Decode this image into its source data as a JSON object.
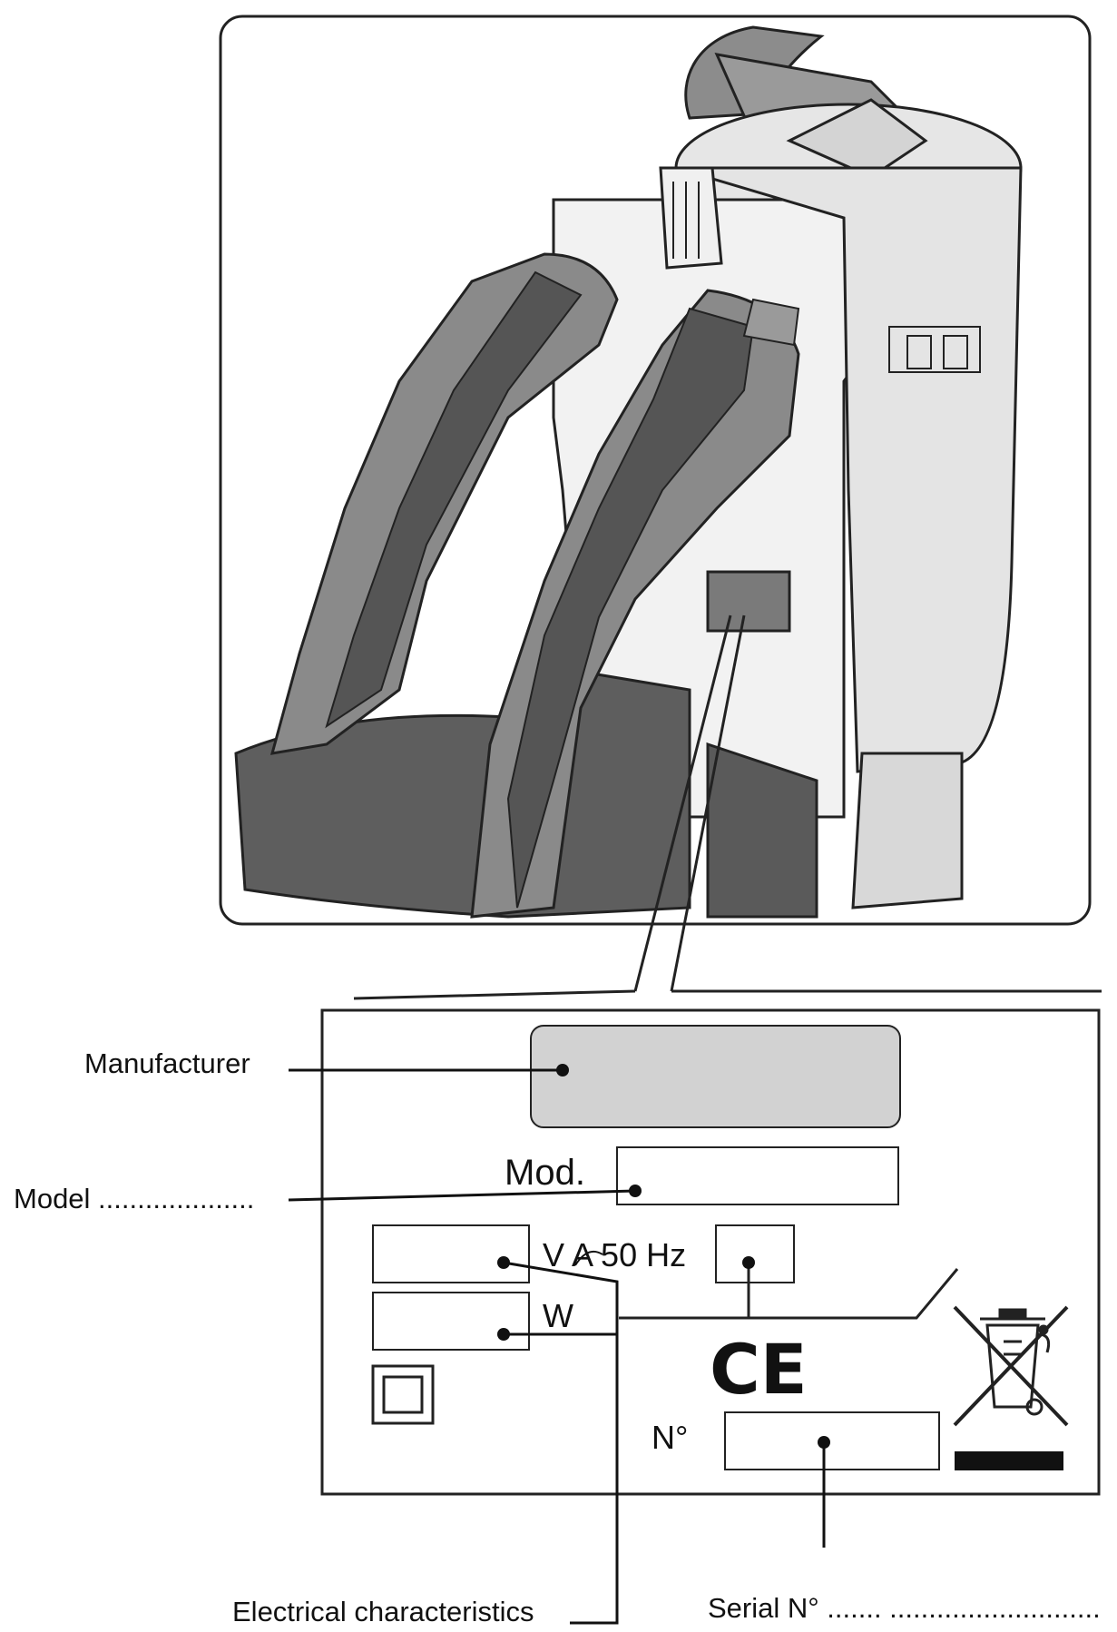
{
  "callouts": {
    "manufacturer": "Manufacturer",
    "model": "Model ....................",
    "electrical": "Electrical characteristics",
    "serial": "Serial N° ....... ..........................."
  },
  "plate": {
    "mod_label": "Mod.",
    "voltage_label": "V A 50 Hz",
    "power_label": "W",
    "serial_label": "N°",
    "ce_mark": "CE"
  },
  "icons": [
    "vacuum-backpack-illustration",
    "double-insulation-icon",
    "crossed-out-bin-icon",
    "ce-mark-icon"
  ],
  "colors": {
    "ink": "#111111",
    "manufacturer_box_fill": "#d2d2d2",
    "machine_body": "#e4e4e4",
    "harness_light": "#8a8a8a",
    "harness_dark": "#555555",
    "waist_belt": "#5e5e5e"
  }
}
